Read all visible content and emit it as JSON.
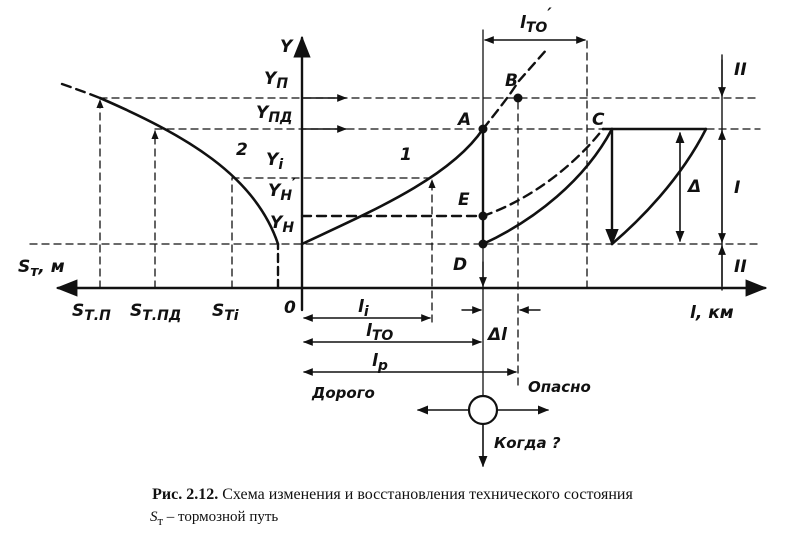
{
  "labels": {
    "y_axis": "Y",
    "y_p": "Y",
    "y_p_sub": "П",
    "y_pd": "Y",
    "y_pd_sub": "ПД",
    "y_i": "Y",
    "y_i_sub": "i",
    "y_n_prime": "Y",
    "y_n_prime_sub": "Н",
    "y_n_prime_mark": "′",
    "y_n": "Y",
    "y_n_sub": "Н",
    "origin": "0",
    "l_km": "l, км",
    "s_t_m": "S",
    "s_t_m_sub": "т",
    "s_t_m_unit": ", м",
    "s_tp": "S",
    "s_tp_sub": "Т.П",
    "s_tpd": "S",
    "s_tpd_sub": "Т.ПД",
    "s_ti": "S",
    "s_ti_sub": "Тi",
    "l_i": "l",
    "l_i_sub": "i",
    "l_to": "l",
    "l_to_sub": "ТО",
    "l_p": "l",
    "l_p_sub": "р",
    "delta_l": "Δl",
    "l_to_prime": "l",
    "l_to_prime_sub": "ТО",
    "l_to_prime_mark": "′",
    "point_a": "A",
    "point_b": "B",
    "point_c": "C",
    "point_d": "D",
    "point_e": "E",
    "curve_1": "1",
    "curve_2": "2",
    "delta": "Δ",
    "zone_ii_top": "II",
    "zone_i": "I",
    "zone_ii_bottom": "II",
    "dorogo": "Дорого",
    "opasno": "Опасно",
    "kogda": "Когда ?"
  },
  "caption": {
    "prefix": "Рис. 2.12.",
    "text": " Схема изменения и восстановления технического состояния",
    "line2_symbol": "S",
    "line2_sub": "т",
    "line2_text": " – тормозной путь"
  }
}
